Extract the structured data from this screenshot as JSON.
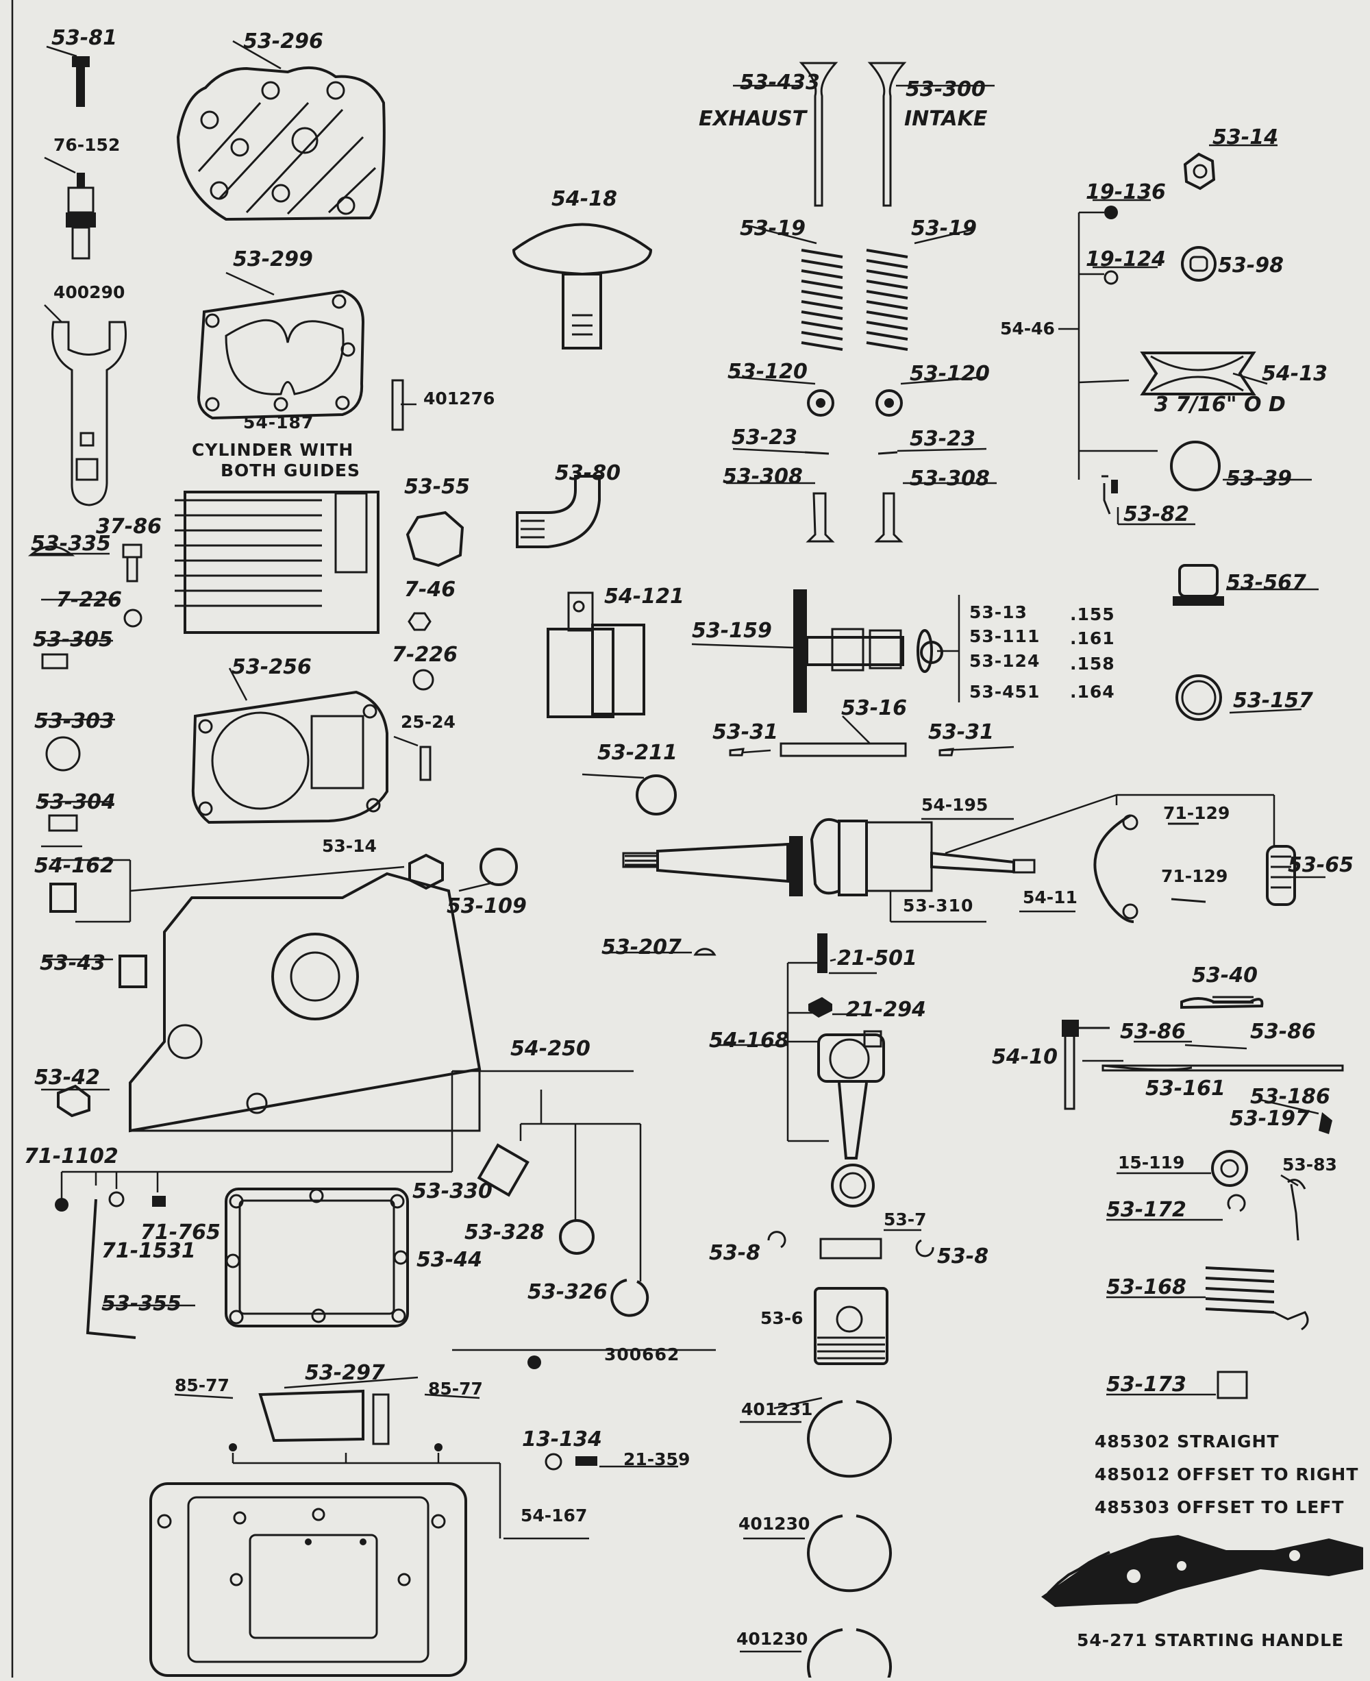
{
  "labels": {
    "p53_81": "53-81",
    "p53_296": "53-296",
    "p76_152": "76-152",
    "p400290": "400290",
    "p53_299": "53-299",
    "p401276": "401276",
    "p54_187": "54-187",
    "cyl_caption_1": "CYLINDER WITH",
    "cyl_caption_2": "BOTH GUIDES",
    "p37_86": "37-86",
    "p53_335": "53-335",
    "p7_226a": "7-226",
    "p53_305": "53-305",
    "p53_55": "53-55",
    "p7_46": "7-46",
    "p7_226b": "7-226",
    "p53_256": "53-256",
    "p25_24": "25-24",
    "p53_303": "53-303",
    "p53_304": "53-304",
    "p54_162": "54-162",
    "p53_14b": "53-14",
    "p53_109": "53-109",
    "p53_43": "53-43",
    "p53_42": "53-42",
    "p54_250": "54-250",
    "p71_1102": "71-1102",
    "p71_765": "71-765",
    "p71_1531": "71-1531",
    "p53_330": "53-330",
    "p53_328": "53-328",
    "p53_44": "53-44",
    "p53_326": "53-326",
    "p53_355": "53-355",
    "p300662": "300662",
    "p85_77a": "85-77",
    "p53_297": "53-297",
    "p85_77b": "85-77",
    "p13_134": "13-134",
    "p21_359": "21-359",
    "p54_167": "54-167",
    "p53_433": "53-433",
    "exhaust": "EXHAUST",
    "p53_300": "53-300",
    "intake": "INTAKE",
    "p54_18": "54-18",
    "p53_19a": "53-19",
    "p53_19b": "53-19",
    "p53_120a": "53-120",
    "p53_120b": "53-120",
    "p53_23a": "53-23",
    "p53_23b": "53-23",
    "p53_308a": "53-308",
    "p53_308b": "53-308",
    "p53_80": "53-80",
    "p54_121": "54-121",
    "p53_159": "53-159",
    "p53_16": "53-16",
    "p53_31a": "53-31",
    "p53_31b": "53-31",
    "p53_211": "53-211",
    "p54_195": "54-195",
    "p71_129a": "71-129",
    "p71_129b": "71-129",
    "p53_65": "53-65",
    "p54_11": "54-11",
    "p53_310": "53-310",
    "p53_207": "53-207",
    "p21_501": "21-501",
    "p21_294": "21-294",
    "p54_168": "54-168",
    "p53_7": "53-7",
    "p53_8a": "53-8",
    "p53_8b": "53-8",
    "p53_6": "53-6",
    "p401231": "401231",
    "p401230a": "401230",
    "p401230b": "401230",
    "p53_14a": "53-14",
    "p19_136": "19-136",
    "p19_124": "19-124",
    "p53_98": "53-98",
    "p54_46": "54-46",
    "p54_13": "54-13",
    "od": "3 7/16\" O D",
    "p53_39": "53-39",
    "p53_82": "53-82",
    "p53_567": "53-567",
    "p53_157": "53-157",
    "p53_40": "53-40",
    "p53_86a": "53-86",
    "p53_86b": "53-86",
    "p54_10": "54-10",
    "p53_161": "53-161",
    "p53_186": "53-186",
    "p53_197": "53-197",
    "p15_119": "15-119",
    "p53_83": "53-83",
    "p53_172": "53-172",
    "p53_168": "53-168",
    "p53_173": "53-173"
  },
  "cam_table": [
    {
      "part": "53-13",
      "value": ".155"
    },
    {
      "part": "53-111",
      "value": ".161"
    },
    {
      "part": "53-124",
      "value": ".158"
    },
    {
      "part": "53-451",
      "value": ".164"
    }
  ],
  "handle_options": [
    "485302 STRAIGHT",
    "485012 OFFSET TO RIGHT",
    "485303 OFFSET TO LEFT"
  ],
  "handle_caption": "54-271 STARTING HANDLE"
}
